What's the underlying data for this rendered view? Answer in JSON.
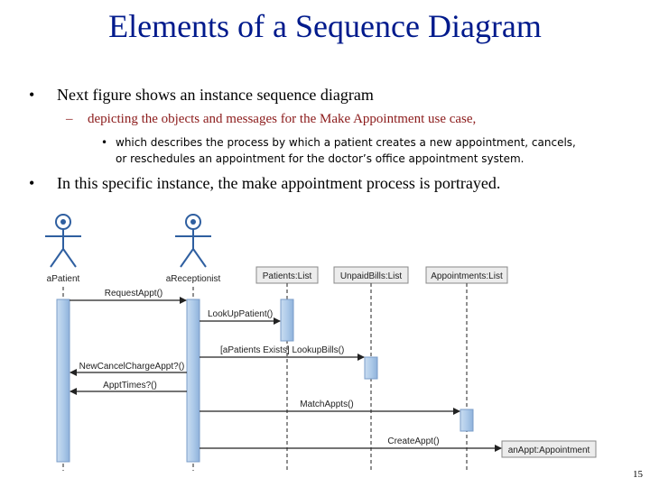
{
  "slide": {
    "title": "Elements of a Sequence Diagram",
    "bullets": [
      {
        "level": 1,
        "marker": "•",
        "text": "Next figure shows an instance sequence diagram"
      },
      {
        "level": 2,
        "marker": "–",
        "text": "depicting the objects and messages for the Make Appointment use case,"
      },
      {
        "level": 3,
        "marker": "•",
        "lines": [
          "which describes the process by which a patient creates a new appointment, cancels,",
          "or reschedules an appointment for the doctor’s office appointment system."
        ]
      },
      {
        "level": 1,
        "marker": "•",
        "text": "In this specific instance, the make appointment process is portrayed."
      }
    ],
    "page_number": "15"
  },
  "diagram": {
    "actors": [
      {
        "label": "aPatient"
      },
      {
        "label": "aReceptionist"
      }
    ],
    "objects": [
      {
        "label": "Patients:List"
      },
      {
        "label": "UnpaidBills:List"
      },
      {
        "label": "Appointments:List"
      },
      {
        "label": "anAppt:Appointment"
      }
    ],
    "messages": [
      {
        "label": "RequestAppt()"
      },
      {
        "label": "LookUpPatient()"
      },
      {
        "label": "[aPatients Exists] LookupBills()"
      },
      {
        "label": "NewCancelChargeAppt?()"
      },
      {
        "label": "ApptTimes?()"
      },
      {
        "label": "MatchAppts()"
      },
      {
        "label": "CreateAppt()"
      }
    ],
    "colors": {
      "activation_fill": "#aecbea",
      "activation_stroke": "#7a9cc8",
      "object_box_fill": "#ececec",
      "actor_stroke": "#2f5fa0",
      "title_color": "#001a8c",
      "subbullet_color": "#8b1a1a"
    }
  }
}
